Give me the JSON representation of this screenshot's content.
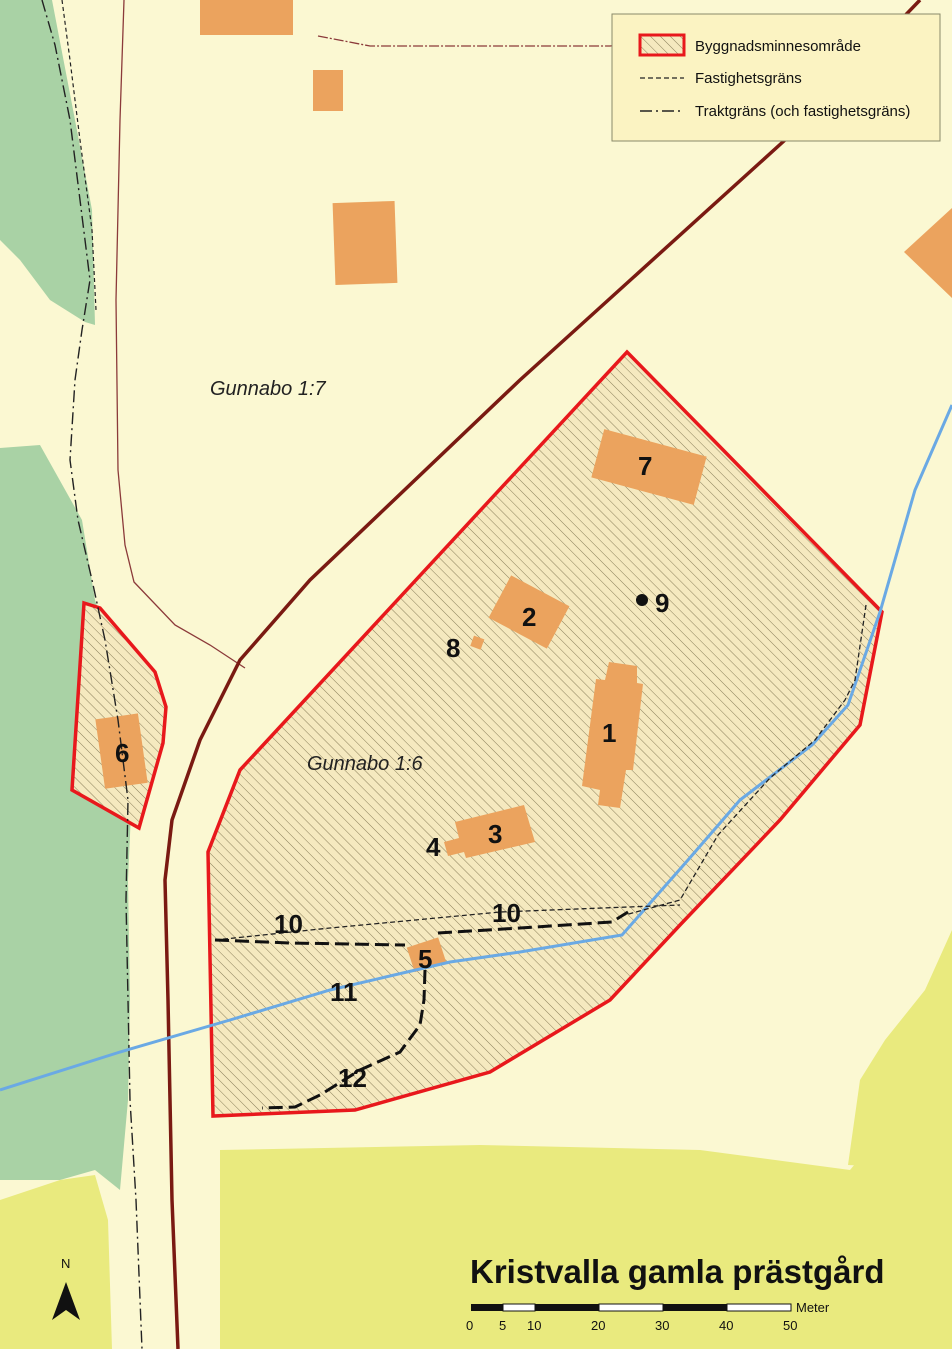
{
  "legend": {
    "items": [
      {
        "label": "Byggnadsminnesområde",
        "symbol": "hatched-red-area"
      },
      {
        "label": "Fastighetsgräns",
        "symbol": "dashed-line"
      },
      {
        "label": "Traktgräns (och fastighetsgräns)",
        "symbol": "dash-dot-line"
      }
    ]
  },
  "map": {
    "title": "Kristvalla gamla prästgård",
    "properties": [
      "Gunnabo 1:7",
      "Gunnabo 1:6"
    ],
    "building_labels": [
      "1",
      "2",
      "3",
      "4",
      "5",
      "6",
      "7",
      "8",
      "9",
      "10",
      "10",
      "11",
      "12"
    ],
    "north_label": "N",
    "colors": {
      "background": "#fbf8d2",
      "forest": "#a9d2a5",
      "field": "#e9ea7e",
      "building": "#eba35e",
      "area_border": "#e8181c",
      "road": "#7a1a12",
      "stream": "#6aa9e4"
    }
  },
  "scale_bar": {
    "unit": "Meter",
    "ticks": [
      "0",
      "5",
      "10",
      "20",
      "30",
      "40",
      "50"
    ]
  }
}
